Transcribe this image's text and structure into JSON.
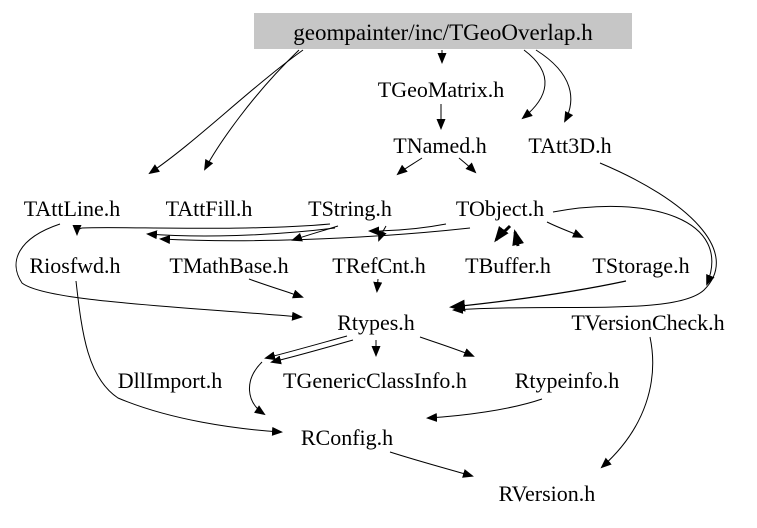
{
  "diagram": {
    "type": "include-dependency-graph",
    "title_node": {
      "label": "geompainter/inc/TGeoOverlap.h",
      "fill_color": "#c6c6c6",
      "text_color": "#000000"
    },
    "nodes": [
      {
        "label": "TGeoMatrix.h"
      },
      {
        "label": "TNamed.h"
      },
      {
        "label": "TAtt3D.h"
      },
      {
        "label": "TAttLine.h"
      },
      {
        "label": "TAttFill.h"
      },
      {
        "label": "TString.h"
      },
      {
        "label": "TObject.h"
      },
      {
        "label": "Riosfwd.h"
      },
      {
        "label": "TMathBase.h"
      },
      {
        "label": "TRefCnt.h"
      },
      {
        "label": "TBuffer.h"
      },
      {
        "label": "TStorage.h"
      },
      {
        "label": "Rtypes.h"
      },
      {
        "label": "TVersionCheck.h"
      },
      {
        "label": "DllImport.h"
      },
      {
        "label": "TGenericClassInfo.h"
      },
      {
        "label": "Rtypeinfo.h"
      },
      {
        "label": "RConfig.h"
      },
      {
        "label": "RVersion.h"
      }
    ],
    "edges": [
      {
        "from": "geompainter/inc/TGeoOverlap.h",
        "to": "TGeoMatrix.h"
      },
      {
        "from": "geompainter/inc/TGeoOverlap.h",
        "to": "TNamed.h"
      },
      {
        "from": "geompainter/inc/TGeoOverlap.h",
        "to": "TAtt3D.h"
      },
      {
        "from": "geompainter/inc/TGeoOverlap.h",
        "to": "TAttLine.h"
      },
      {
        "from": "geompainter/inc/TGeoOverlap.h",
        "to": "TAttFill.h"
      },
      {
        "from": "TGeoMatrix.h",
        "to": "TNamed.h"
      },
      {
        "from": "TNamed.h",
        "to": "TString.h"
      },
      {
        "from": "TNamed.h",
        "to": "TObject.h"
      },
      {
        "from": "TString.h",
        "to": "Riosfwd.h"
      },
      {
        "from": "TString.h",
        "to": "TMathBase.h"
      },
      {
        "from": "TString.h",
        "to": "TRefCnt.h"
      },
      {
        "from": "TObject.h",
        "to": "TString.h"
      },
      {
        "from": "TObject.h",
        "to": "TAttFill.h"
      },
      {
        "from": "TString.h",
        "to": "TAttLine.h"
      },
      {
        "from": "TObject.h",
        "to": "TBuffer.h"
      },
      {
        "from": "TBuffer.h",
        "to": "TObject.h"
      },
      {
        "from": "TObject.h",
        "to": "TStorage.h"
      },
      {
        "from": "TObject.h",
        "to": "TVersionCheck.h"
      },
      {
        "from": "TAtt3D.h",
        "to": "Rtypes.h"
      },
      {
        "from": "TStorage.h",
        "to": "Rtypes.h"
      },
      {
        "from": "TRefCnt.h",
        "to": "Rtypes.h"
      },
      {
        "from": "TMathBase.h",
        "to": "Rtypes.h"
      },
      {
        "from": "TAttLine.h",
        "to": "Rtypes.h"
      },
      {
        "from": "Rtypes.h",
        "to": "DllImport.h"
      },
      {
        "from": "TGenericClassInfo.h",
        "to": "Rtypes.h"
      },
      {
        "from": "Rtypes.h",
        "to": "TGenericClassInfo.h"
      },
      {
        "from": "Rtypes.h",
        "to": "Rtypeinfo.h"
      },
      {
        "from": "TGenericClassInfo.h",
        "to": "RConfig.h"
      },
      {
        "from": "Riosfwd.h",
        "to": "RConfig.h"
      },
      {
        "from": "Rtypeinfo.h",
        "to": "RConfig.h"
      },
      {
        "from": "RConfig.h",
        "to": "RVersion.h"
      },
      {
        "from": "TVersionCheck.h",
        "to": "RVersion.h"
      }
    ]
  }
}
